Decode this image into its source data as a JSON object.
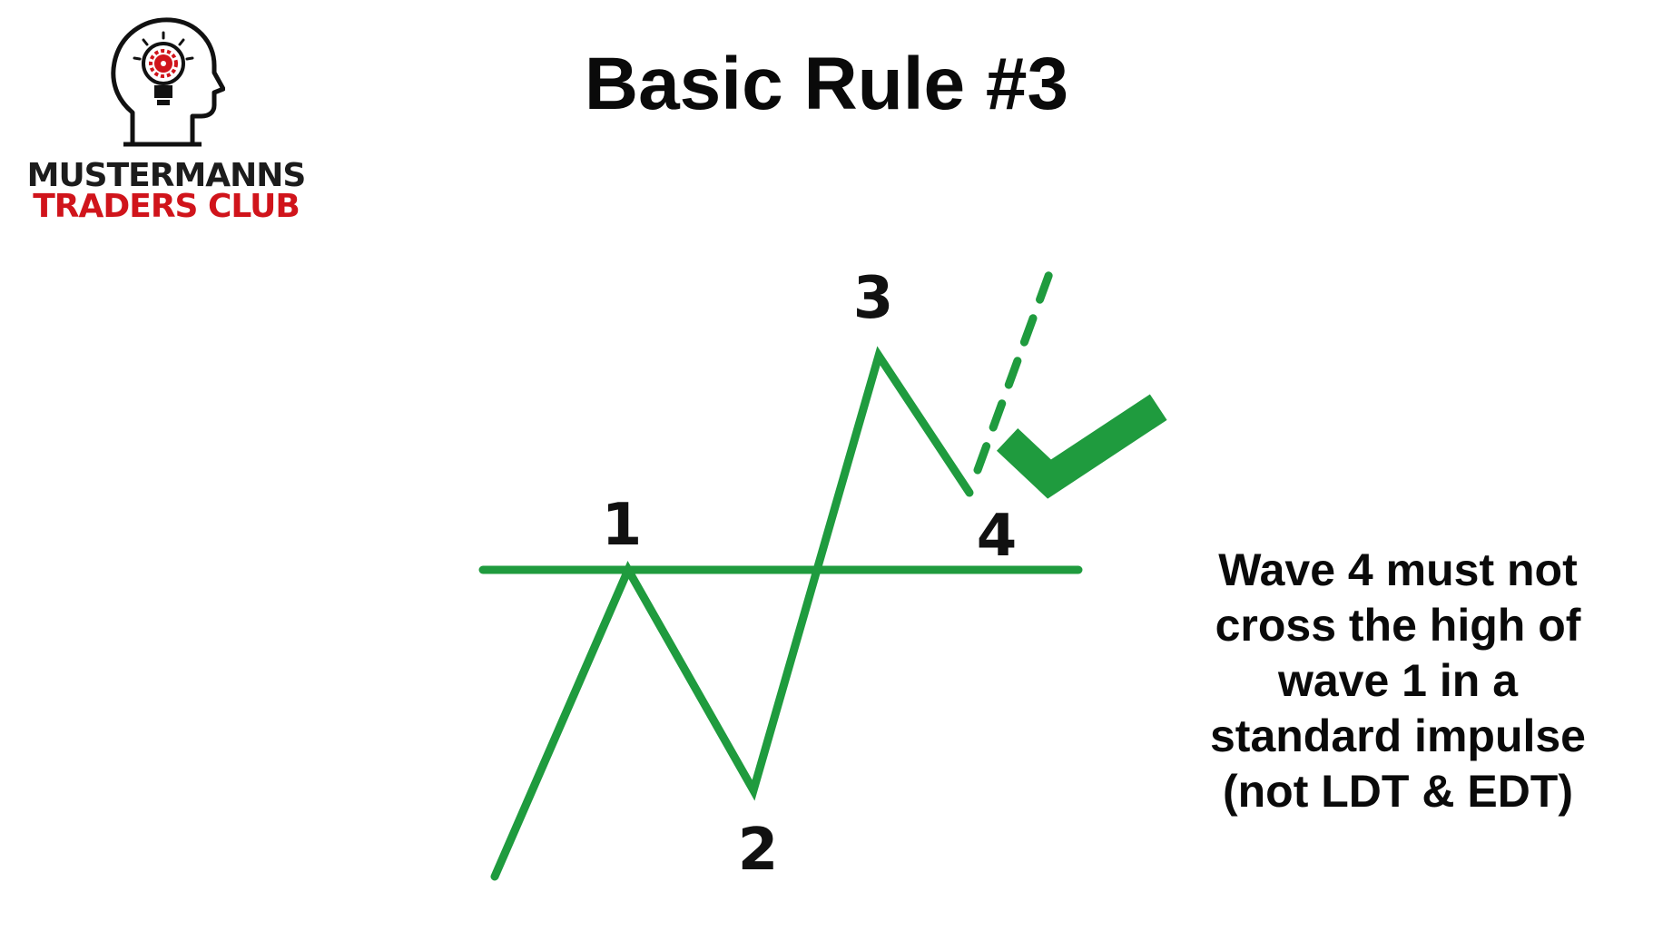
{
  "logo": {
    "line1": "MUSTERMANNS",
    "line2": "TRADERS CLUB",
    "icon": "head-lightbulb-icon"
  },
  "title": "Basic Rule #3",
  "waves": {
    "w1": "1",
    "w2": "2",
    "w3": "3",
    "w4": "4"
  },
  "check_icon": "checkmark-icon",
  "caption": {
    "line1": "Wave 4 must not",
    "line2": "cross the high of",
    "line3": "wave 1 in a",
    "line4": "standard impulse",
    "line5": "(not LDT & EDT)"
  },
  "colors": {
    "wave_green": "#1f9b3e",
    "logo_red": "#d0141b",
    "text": "#0a0a0a"
  }
}
